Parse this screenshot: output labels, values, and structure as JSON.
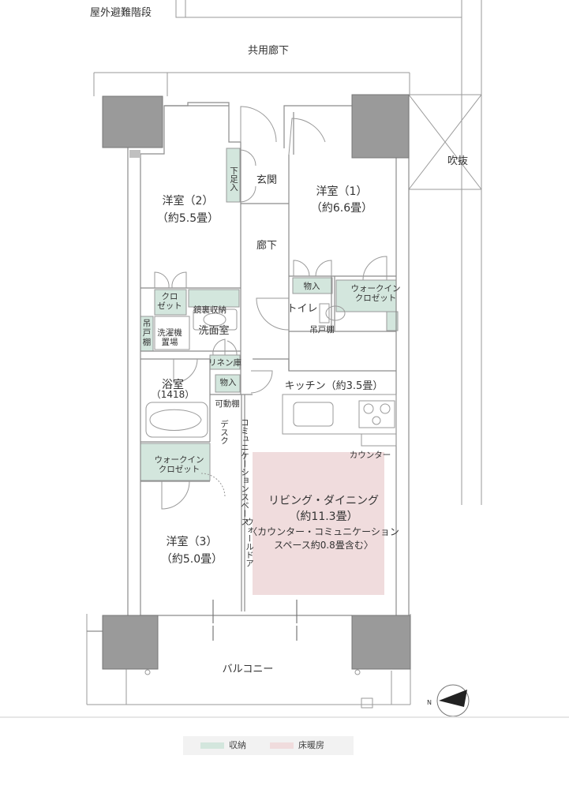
{
  "labels": {
    "outdoor_stairs": "屋外避難階段",
    "common_corridor": "共用廊下",
    "void": "吹抜",
    "entrance": "玄関",
    "shoe_storage": "下足入",
    "room1_name": "洋室（1）",
    "room1_size": "（約6.6畳）",
    "room2_name": "洋室（2）",
    "room2_size": "（約5.5畳）",
    "hallway": "廊下",
    "storage1": "物入",
    "storage2": "物入",
    "walkin_closet1": "ウォークイン\nクロゼット",
    "closet": "クロ\nゼット",
    "mirror_storage": "鏡裏収納",
    "toilet": "トイレ",
    "hanging_shelf1": "吊戸棚",
    "hanging_shelf2": "吊\n戸\n棚",
    "washroom": "洗面室",
    "washer_space": "洗濯機\n置場",
    "linen": "リネン庫",
    "bathroom": "浴室",
    "bathroom_size": "（1418）",
    "kitchen": "キッチン（約3.5畳）",
    "movable_shelf": "可動棚",
    "desk": "デスク",
    "community_space": "コミュニケーションスペース",
    "counter": "カウンター",
    "walkin_closet2": "ウォークイン\nクロゼット",
    "room3_name": "洋室（3）",
    "room3_size": "（約5.0畳）",
    "wall_door": "ウォールドア",
    "living_name": "リビング・ダイニング",
    "living_size": "（約11.3畳）",
    "living_note1": "〈カウンター・コミュニケーション",
    "living_note2": "スペース約0.8畳含む〉",
    "balcony": "バルコニー",
    "compass_n": "N"
  },
  "legend": [
    {
      "label": "収納",
      "color": "#d3e6dd"
    },
    {
      "label": "床暖房",
      "color": "#f0dcdd"
    }
  ],
  "colors": {
    "wall": "#8c8c8c",
    "line": "#9a9a9a",
    "storage": "#d3e6dd",
    "floor_heating": "#f0dcdd"
  }
}
